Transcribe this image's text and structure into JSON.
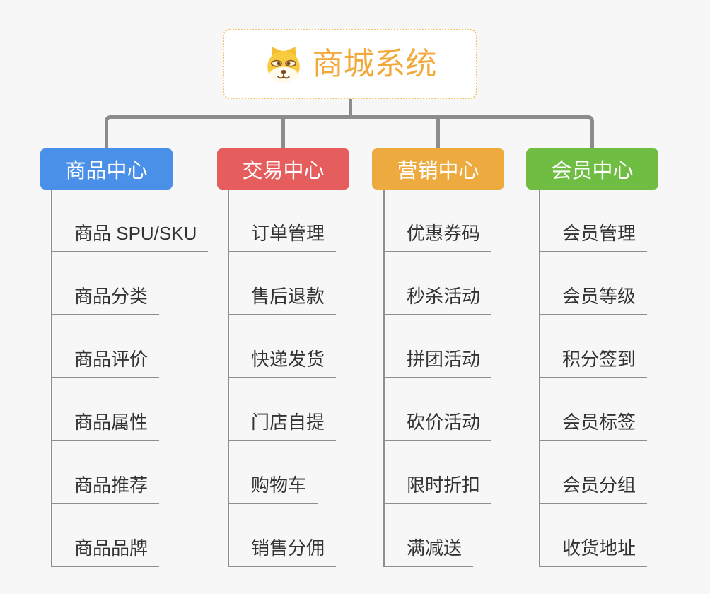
{
  "root": {
    "label": "商城系统",
    "icon": "dog-face-icon"
  },
  "branches": [
    {
      "id": "product-center",
      "label": "商品中心",
      "color": "#4b90e8",
      "items": [
        "商品 SPU/SKU",
        "商品分类",
        "商品评价",
        "商品属性",
        "商品推荐",
        "商品品牌"
      ]
    },
    {
      "id": "trade-center",
      "label": "交易中心",
      "color": "#e55d5d",
      "items": [
        "订单管理",
        "售后退款",
        "快递发货",
        "门店自提",
        "购物车",
        "销售分佣"
      ]
    },
    {
      "id": "marketing-center",
      "label": "营销中心",
      "color": "#edaa3e",
      "items": [
        "优惠券码",
        "秒杀活动",
        "拼团活动",
        "砍价活动",
        "限时折扣",
        "满减送"
      ]
    },
    {
      "id": "member-center",
      "label": "会员中心",
      "color": "#6fbe43",
      "items": [
        "会员管理",
        "会员等级",
        "积分签到",
        "会员标签",
        "会员分组",
        "收货地址"
      ]
    }
  ],
  "colors": {
    "background": "#f7f7f7",
    "connector": "#8c8c8c",
    "root_text": "#f2a93c",
    "root_border": "#f2c36b",
    "item_text": "#333333"
  }
}
